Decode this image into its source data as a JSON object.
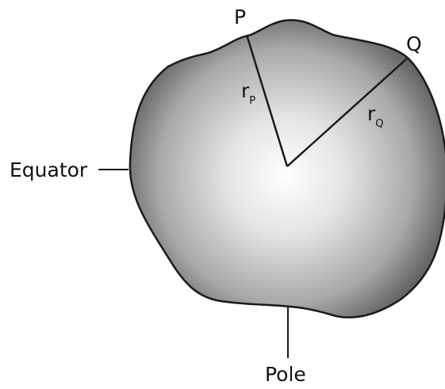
{
  "labels": {
    "p": "P",
    "q": "Q",
    "r": "r",
    "rp_sub": "P",
    "rq_sub": "Q",
    "equator": "Equator",
    "pole": "Pole"
  },
  "colors": {
    "outline": "#1a1a1a",
    "fill_center": "#ffffff",
    "fill_edge": "#5f5f5f"
  }
}
